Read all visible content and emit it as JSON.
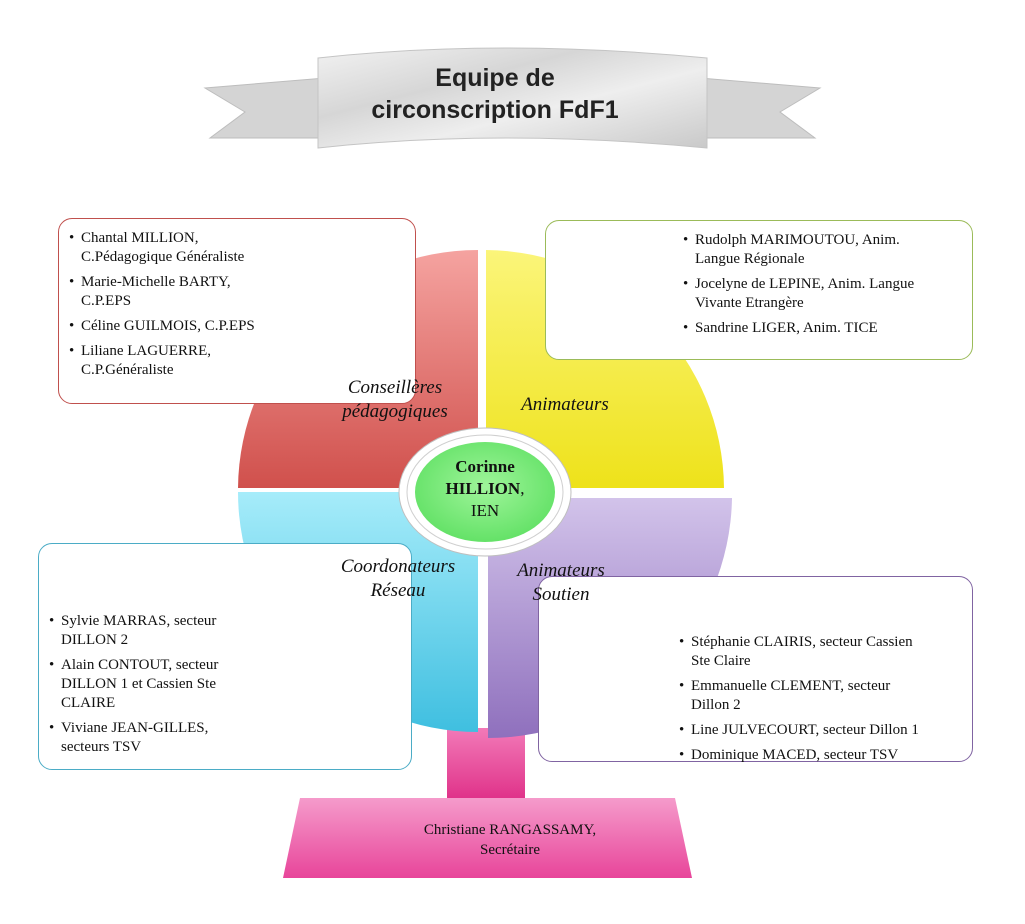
{
  "banner": {
    "title_line1": "Equipe de",
    "title_line2": "circonscription FdF1"
  },
  "center": {
    "name_line1": "Corinne",
    "name_line2": "HILLION",
    "name_line2_suffix": ",",
    "role": "IEN"
  },
  "quadrants": {
    "conseilleres": {
      "label_line1": "Conseillères",
      "label_line2": "pédagogiques",
      "color": "#d9534f"
    },
    "animateurs": {
      "label": "Animateurs",
      "color": "#f4ee1c"
    },
    "coordonateurs": {
      "label_line1": "Coordonateurs",
      "label_line2": "Réseau",
      "color": "#48c4e2"
    },
    "animateurs_soutien": {
      "label_line1": "Animateurs",
      "label_line2": "Soutien",
      "color": "#9b7fc4"
    }
  },
  "boxes": {
    "conseilleres": {
      "border_color": "#c0504d",
      "items": [
        {
          "line1": "Chantal MILLION,",
          "line2": "C.Pédagogique Généraliste"
        },
        {
          "line1": "Marie-Michelle BARTY,",
          "line2": "C.P.EPS"
        },
        {
          "line1": "Céline GUILMOIS, C.P.EPS",
          "line2": ""
        },
        {
          "line1": "Liliane LAGUERRE,",
          "line2": "C.P.Généraliste"
        }
      ]
    },
    "animateurs": {
      "border_color": "#9bbb59",
      "items": [
        {
          "line1": "Rudolph MARIMOUTOU, Anim.",
          "line2": "Langue Régionale"
        },
        {
          "line1": "Jocelyne de LEPINE, Anim. Langue",
          "line2": "Vivante Etrangère"
        },
        {
          "line1": "Sandrine LIGER, Anim. TICE",
          "line2": ""
        }
      ]
    },
    "coordonateurs": {
      "border_color": "#4bacc6",
      "items": [
        {
          "line1": "Sylvie MARRAS,   secteur",
          "line2": "DILLON 2",
          "line3": ""
        },
        {
          "line1": "Alain CONTOUT, secteur",
          "line2": "DILLON 1 et Cassien Ste",
          "line3": "CLAIRE"
        },
        {
          "line1": "Viviane JEAN-GILLES,",
          "line2": "secteurs TSV",
          "line3": ""
        }
      ]
    },
    "animateurs_soutien": {
      "border_color": "#8064a2",
      "items": [
        {
          "line1": "Stéphanie CLAIRIS, secteur Cassien",
          "line2": "Ste Claire"
        },
        {
          "line1": "Emmanuelle CLEMENT, secteur",
          "line2": "Dillon 2"
        },
        {
          "line1": "Line JULVECOURT, secteur Dillon 1",
          "line2": ""
        },
        {
          "line1": "Dominique MACED, secteur TSV",
          "line2": ""
        }
      ]
    }
  },
  "secretary": {
    "name": "Christiane RANGASSAMY,",
    "role": "Secrétaire",
    "color": "#e0418f"
  }
}
